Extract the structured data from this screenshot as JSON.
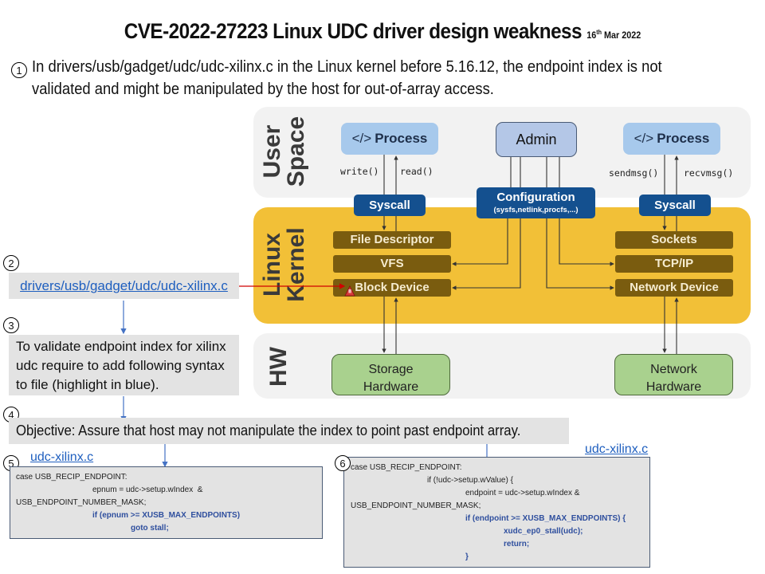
{
  "title": {
    "main": "CVE-2022-27223 Linux UDC driver design weakness",
    "date_day": "16",
    "date_suffix": "th",
    "date_rest": " Mar 2022"
  },
  "steps": {
    "s1": {
      "num": "1",
      "text_line1": "In drivers/usb/gadget/udc/udc-xilinx.c in the Linux kernel before 5.16.12, the endpoint index is not",
      "text_line2": "validated and might be manipulated by the host for out-of-array access."
    },
    "s2": {
      "num": "2",
      "link": "drivers/usb/gadget/udc/udc-xilinx.c"
    },
    "s3": {
      "num": "3",
      "line1": "To validate endpoint index for xilinx",
      "line2": "udc require to add following syntax",
      "line3": "to file (highlight in blue)."
    },
    "s4": {
      "num": "4",
      "text": "Objective: Assure that host may not manipulate the index to point past endpoint array."
    },
    "s5": {
      "num": "5",
      "file_link": "udc-xilinx.c",
      "code": [
        {
          "text": "case USB_RECIP_ENDPOINT:",
          "indent": 0,
          "highlight": false
        },
        {
          "text": "epnum = udc->setup.wIndex  &",
          "indent": 2,
          "highlight": false
        },
        {
          "text": "USB_ENDPOINT_NUMBER_MASK;",
          "indent": 0,
          "highlight": false
        },
        {
          "text": "if (epnum >= XUSB_MAX_ENDPOINTS)",
          "indent": 2,
          "highlight": true
        },
        {
          "text": "goto stall;",
          "indent": 3,
          "highlight": true
        }
      ]
    },
    "s6": {
      "num": "6",
      "file_link": "udc-xilinx.c",
      "code": [
        {
          "text": "case USB_RECIP_ENDPOINT:",
          "indent": 0,
          "highlight": false
        },
        {
          "text": "if (!udc->setup.wValue) {",
          "indent": 2,
          "highlight": false
        },
        {
          "text": "endpoint = udc->setup.wIndex &",
          "indent": 3,
          "highlight": false
        },
        {
          "text": "USB_ENDPOINT_NUMBER_MASK;",
          "indent": 0,
          "highlight": false
        },
        {
          "text": "if (endpoint >= XUSB_MAX_ENDPOINTS) {",
          "indent": 3,
          "highlight": true
        },
        {
          "text": "xudc_ep0_stall(udc);",
          "indent": 4,
          "highlight": true
        },
        {
          "text": "return;",
          "indent": 4,
          "highlight": true
        },
        {
          "text": "}",
          "indent": 3,
          "highlight": true
        }
      ]
    }
  },
  "diagram": {
    "bands": {
      "user_line1": "User",
      "user_line2": "Space",
      "kernel_line1": "Linux",
      "kernel_line2": "Kernel",
      "hw": "HW"
    },
    "process_left": {
      "icon": "code-icon",
      "icon_glyph": "</>",
      "label": "Process"
    },
    "process_right": {
      "icon": "code-icon",
      "icon_glyph": "</>",
      "label": "Process"
    },
    "admin": "Admin",
    "calls_left": {
      "write": "write()",
      "read": "read()"
    },
    "calls_right": {
      "send": "sendmsg()",
      "recv": "recvmsg()"
    },
    "syscall_left": "Syscall",
    "syscall_right": "Syscall",
    "configuration": {
      "title": "Configuration",
      "subtitle": "(sysfs,netlink,procfs,...)"
    },
    "kernel_left": [
      "File Descriptor",
      "VFS",
      "Block Device"
    ],
    "kernel_right": [
      "Sockets",
      "TCP/IP",
      "Network Device"
    ],
    "warning_icon": "warning-icon",
    "storage": {
      "line1": "Storage",
      "line2": "Hardware"
    },
    "network": {
      "line1": "Network",
      "line2": "Hardware"
    }
  },
  "colors": {
    "user_band": "#f2f2f2",
    "kernel_band": "#f2c037",
    "process": "#a7c9ec",
    "navy": "#14508f",
    "brown": "#7a5c0f",
    "green": "#a9d18e",
    "link": "#1f5fbf",
    "highlight": "#2f4f9e",
    "red_arrow": "#d00000"
  }
}
